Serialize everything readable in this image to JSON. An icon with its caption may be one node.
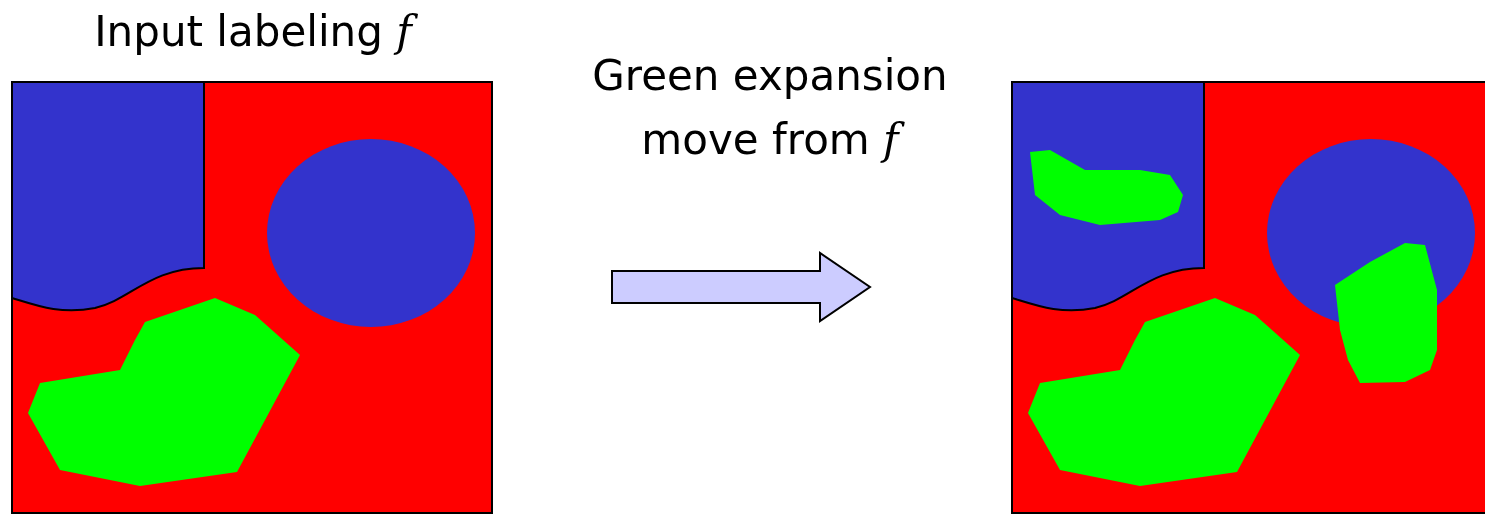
{
  "diagram": {
    "nodes": [
      {
        "text": [
          "Input labeling *f*"
        ]
      },
      {
        "text": [],
        "shape": "picture"
      }
    ],
    "edges": [
      {
        "from": 0,
        "to": 1,
        "arrow": "to",
        "label": "Green expansion move from *f*"
      }
    ]
  }
}
